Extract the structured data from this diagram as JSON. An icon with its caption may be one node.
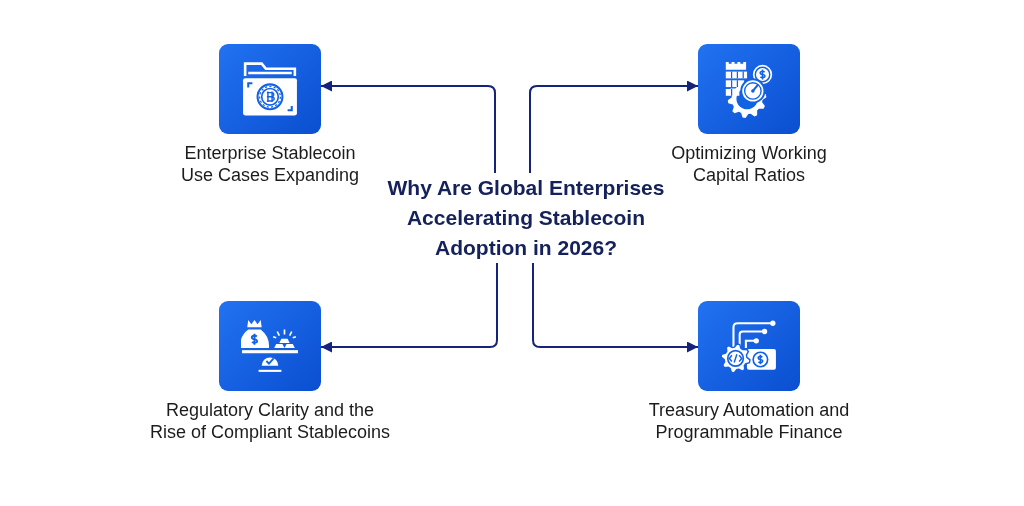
{
  "diagram": {
    "nodes": [
      {
        "text": [
          "Enterprise Stablecoin Use Cases Expanding"
        ]
      },
      {
        "text": [
          "Optimizing Working Capital Ratios"
        ]
      },
      {
        "text": [
          "Why Are Global Enterprises Accelerating Stablecoin Adoption in 2026?"
        ]
      },
      {
        "text": [
          "Regulatory Clarity and the Rise of Compliant Stablecoins"
        ]
      },
      {
        "text": [
          "Treasury Automation and Programmable Finance"
        ]
      }
    ],
    "edges": [
      {
        "from": 2,
        "to": 0,
        "arrow": "to"
      },
      {
        "from": 2,
        "to": 1,
        "arrow": "to"
      },
      {
        "from": 2,
        "to": 3,
        "arrow": "to"
      },
      {
        "from": 2,
        "to": 4,
        "arrow": "to"
      }
    ]
  }
}
